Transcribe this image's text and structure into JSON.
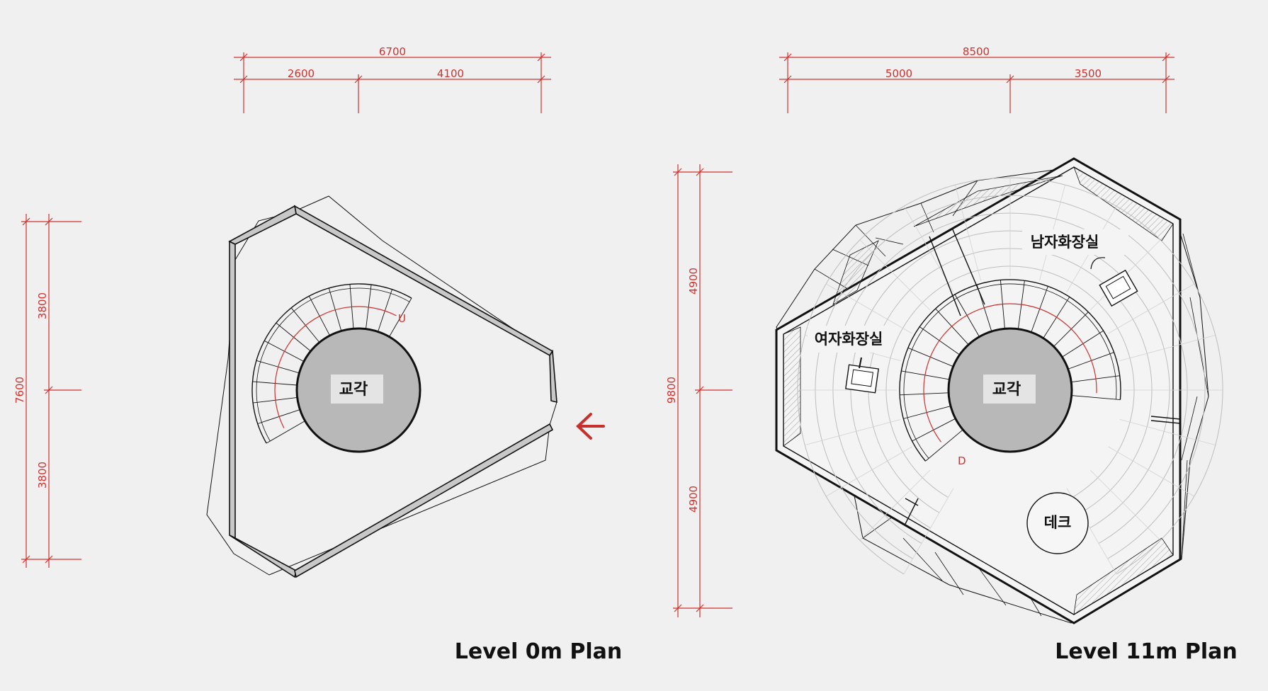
{
  "plan_level_0": {
    "title": "Level 0m Plan",
    "core_label": "교각",
    "stair_label": "U",
    "dims_top": {
      "total": "6700",
      "left": "2600",
      "right": "4100"
    },
    "dims_side": {
      "total": "7600",
      "upper": "3800",
      "lower": "3800"
    }
  },
  "plan_level_11": {
    "title": "Level 11m Plan",
    "core_label": "교각",
    "stair_label": "D",
    "room_women": "여자화장실",
    "room_men": "남자화장실",
    "room_deck": "데크",
    "dims_top": {
      "total": "8500",
      "left": "5000",
      "right": "3500"
    },
    "dims_side": {
      "total": "9800",
      "upper": "4900",
      "lower": "4900"
    }
  },
  "colors": {
    "dimension": "#d0312d",
    "background": "#f0f0f0",
    "core": "#b8b8b8"
  },
  "icons": {
    "entrance": "arrow-left-icon"
  }
}
